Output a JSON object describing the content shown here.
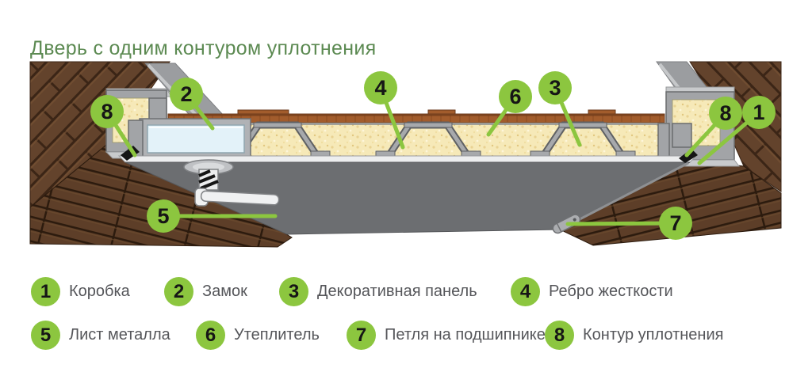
{
  "header": {
    "title": "Дверь с одним контуром уплотнения"
  },
  "colors": {
    "accent_green": "#8CC63F",
    "title_green": "#5C8A52",
    "legend_text": "#55565A",
    "marker_number": "#161616",
    "insulation_yellow": "#F6E9B8",
    "brick_brown": "#63432C",
    "metal_sheet_gray": "#6C6E71",
    "frame_gray": "#A2A4A7",
    "lock_body_blue": "#E3F2F9",
    "seal_black": "#151515",
    "panel_brown": "#A25C2C"
  },
  "diagram": {
    "markers": [
      {
        "num": "8"
      },
      {
        "num": "2"
      },
      {
        "num": "4"
      },
      {
        "num": "6"
      },
      {
        "num": "3"
      },
      {
        "num": "8"
      },
      {
        "num": "1"
      },
      {
        "num": "5"
      },
      {
        "num": "7"
      }
    ]
  },
  "legend": {
    "items": [
      {
        "num": "1",
        "label": "Коробка"
      },
      {
        "num": "2",
        "label": "Замок"
      },
      {
        "num": "3",
        "label": "Декоративная панель"
      },
      {
        "num": "4",
        "label": "Ребро жесткости"
      },
      {
        "num": "5",
        "label": "Лист металла"
      },
      {
        "num": "6",
        "label": "Утеплитель"
      },
      {
        "num": "7",
        "label": "Петля на подшипнике"
      },
      {
        "num": "8",
        "label": "Контур уплотнения"
      }
    ]
  }
}
